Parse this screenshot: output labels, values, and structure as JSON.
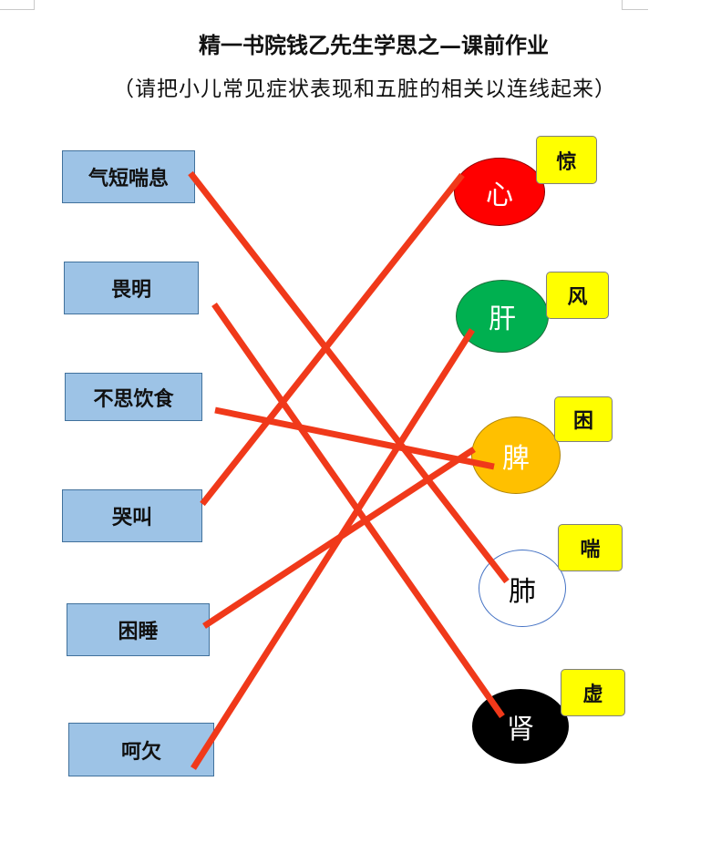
{
  "title": "精一书院钱乙先生学思之—课前作业",
  "subtitle": "（请把小儿常见症状表现和五脏的相关以连线起来）",
  "left_items": [
    {
      "label": "气短喘息"
    },
    {
      "label": "畏明"
    },
    {
      "label": "不思饮食"
    },
    {
      "label": "哭叫"
    },
    {
      "label": "困睡"
    },
    {
      "label": "呵欠"
    }
  ],
  "organs": [
    {
      "label": "心",
      "color": "#ff0000",
      "text_color": "#ffffff",
      "tag": "惊"
    },
    {
      "label": "肝",
      "color": "#00b050",
      "text_color": "#ffffff",
      "tag": "风"
    },
    {
      "label": "脾",
      "color": "#ffc000",
      "text_color": "#ffffff",
      "tag": "困"
    },
    {
      "label": "肺",
      "color": "#ffffff",
      "text_color": "#000000",
      "tag": "喘"
    },
    {
      "label": "肾",
      "color": "#000000",
      "text_color": "#ffffff",
      "tag": "虚"
    }
  ],
  "connections": [
    {
      "from": "气短喘息",
      "to": "肺"
    },
    {
      "from": "畏明",
      "to": "肾"
    },
    {
      "from": "不思饮食",
      "to": "脾"
    },
    {
      "from": "哭叫",
      "to": "心"
    },
    {
      "from": "困睡",
      "to": "脾"
    },
    {
      "from": "呵欠",
      "to": "肝"
    }
  ],
  "line_color": "#f0391a"
}
